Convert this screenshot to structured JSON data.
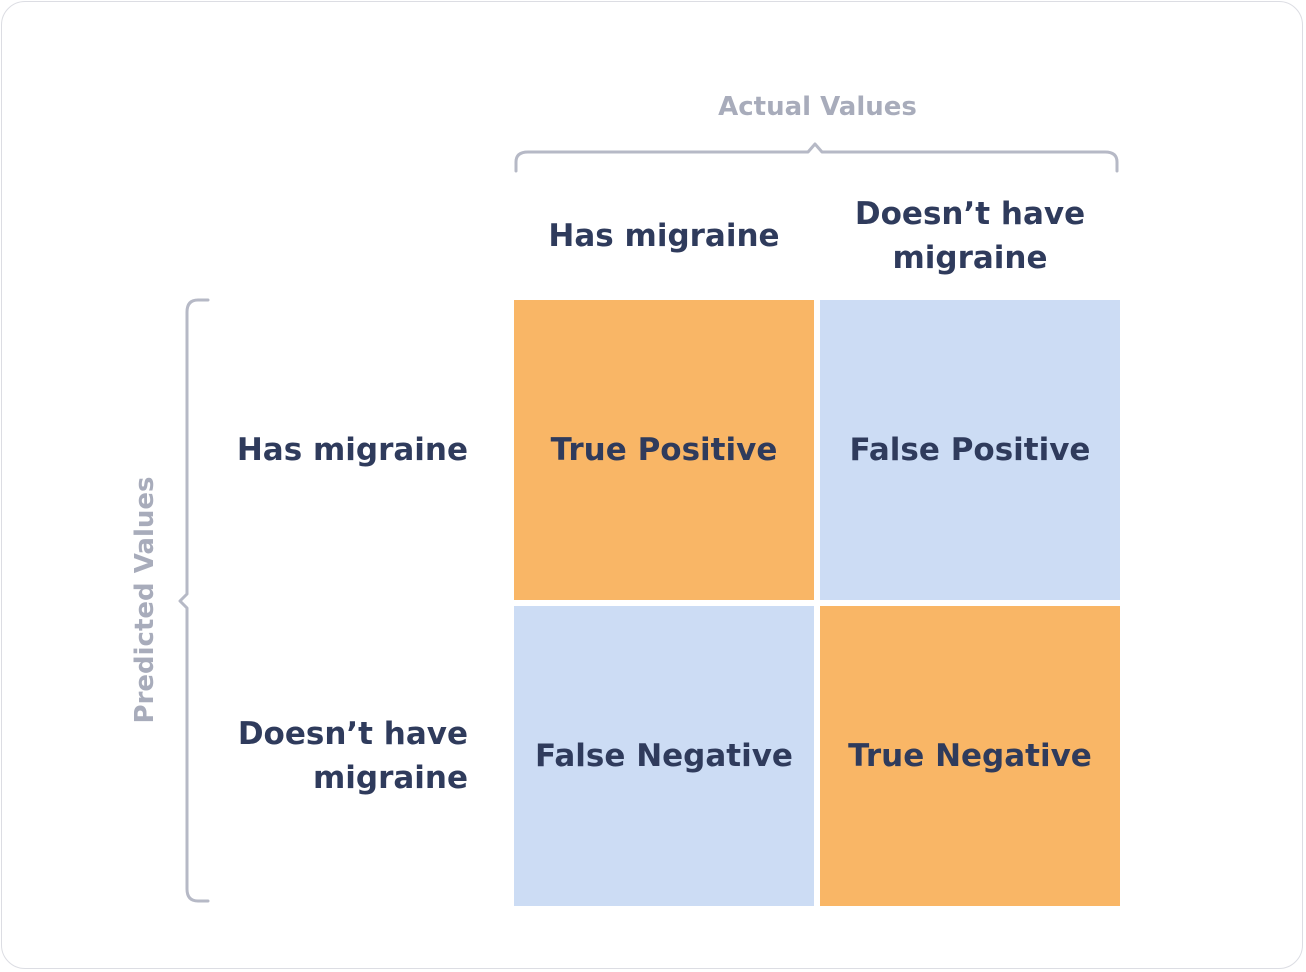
{
  "axes": {
    "actual_title": "Actual Values",
    "predicted_title": "Predicted Values"
  },
  "columns": [
    {
      "label": "Has migraine"
    },
    {
      "label": "Doesn’t have migraine"
    }
  ],
  "rows": [
    {
      "label": "Has migraine"
    },
    {
      "label": "Doesn’t have migraine"
    }
  ],
  "cells": [
    [
      {
        "label": "True Positive",
        "color": "#f9b666"
      },
      {
        "label": "False Positive",
        "color": "#ccdcf4"
      }
    ],
    [
      {
        "label": "False Negative",
        "color": "#ccdcf4"
      },
      {
        "label": "True Negative",
        "color": "#f9b666"
      }
    ]
  ],
  "colors": {
    "text_dark": "#2f3b5c",
    "axis_gray": "#a8acbb",
    "match": "#f9b666",
    "mismatch": "#ccdcf4"
  }
}
